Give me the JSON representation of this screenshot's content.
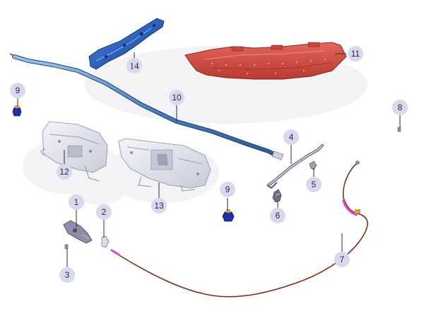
{
  "parts": [
    {
      "id": "part-1",
      "label": "1"
    },
    {
      "id": "part-2",
      "label": "2"
    },
    {
      "id": "part-3",
      "label": "3"
    },
    {
      "id": "part-4",
      "label": "4"
    },
    {
      "id": "part-5",
      "label": "5"
    },
    {
      "id": "part-6",
      "label": "6"
    },
    {
      "id": "part-7",
      "label": "7"
    },
    {
      "id": "part-8",
      "label": "8"
    },
    {
      "id": "part-9a",
      "label": "9"
    },
    {
      "id": "part-9b",
      "label": "9"
    },
    {
      "id": "part-10",
      "label": "10"
    },
    {
      "id": "part-11",
      "label": "11"
    },
    {
      "id": "part-12",
      "label": "12"
    },
    {
      "id": "part-13",
      "label": "13"
    },
    {
      "id": "part-14",
      "label": "14"
    }
  ],
  "colors": {
    "bubble": "#d9d9ee",
    "leader": "#2a2a3a",
    "insulator": "#d8483c",
    "reinforcement": "#1f5fc4",
    "prop_rod": "#4a86c4",
    "cable": "#7a3018",
    "bumper": "#1e2fa8",
    "latch": "#8d8fa6",
    "panel": "#e4e6f0"
  }
}
